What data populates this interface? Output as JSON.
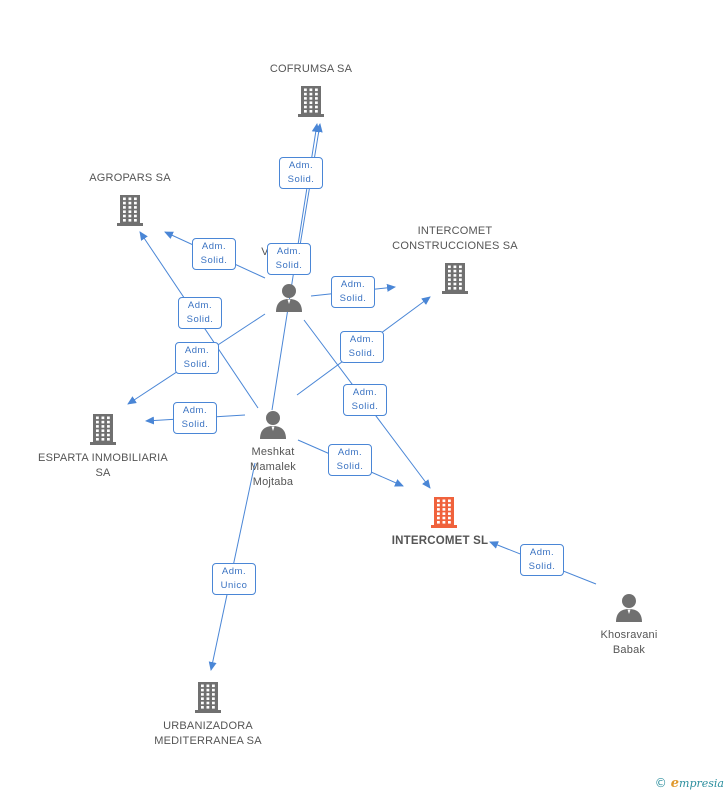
{
  "colors": {
    "edge": "#4a86d6",
    "node_gray": "#707070",
    "node_highlight": "#f0623c",
    "label_text": "#555555",
    "edge_label_text": "#3b73c2"
  },
  "nodes": [
    {
      "id": "cofrumsa",
      "type": "company",
      "label": "COFRUMSA SA",
      "icon": "building-icon"
    },
    {
      "id": "agropars",
      "type": "company",
      "label": "AGROPARS SA",
      "icon": "building-icon"
    },
    {
      "id": "intercomet_construcciones",
      "type": "company",
      "label": "INTERCOMET CONSTRUCCIONES SA",
      "icon": "building-icon"
    },
    {
      "id": "esparta",
      "type": "company",
      "label": "ESPARTA INMOBILIARIA SA",
      "icon": "building-icon"
    },
    {
      "id": "intercomet_sl",
      "type": "company",
      "label": "INTERCOMET SL",
      "icon": "building-icon",
      "highlight": true
    },
    {
      "id": "urbanizadora",
      "type": "company",
      "label": "URBANIZADORA MEDITERRANEA SA",
      "icon": "building-icon"
    },
    {
      "id": "vahid",
      "type": "person",
      "label": "Vahid R...",
      "icon": "person-icon"
    },
    {
      "id": "meshkat",
      "type": "person",
      "label": "Meshkat Mamalek Mojtaba",
      "icon": "person-icon"
    },
    {
      "id": "khosravani",
      "type": "person",
      "label": "Khosravani Babak",
      "icon": "person-icon"
    }
  ],
  "edges": [
    {
      "from": "vahid",
      "to": "cofrumsa",
      "label_1": "Adm.",
      "label_2": "Solid."
    },
    {
      "from": "meshkat",
      "to": "cofrumsa",
      "label_1": "Adm.",
      "label_2": "Solid."
    },
    {
      "from": "vahid",
      "to": "agropars",
      "label_1": "Adm.",
      "label_2": "Solid."
    },
    {
      "from": "meshkat",
      "to": "agropars",
      "label_1": "Adm.",
      "label_2": "Solid."
    },
    {
      "from": "vahid",
      "to": "intercomet_construcciones",
      "label_1": "Adm.",
      "label_2": "Solid."
    },
    {
      "from": "meshkat",
      "to": "intercomet_construcciones",
      "label_1": "Adm.",
      "label_2": "Solid."
    },
    {
      "from": "vahid",
      "to": "esparta",
      "label_1": "Adm.",
      "label_2": "Solid."
    },
    {
      "from": "meshkat",
      "to": "esparta",
      "label_1": "Adm.",
      "label_2": "Solid."
    },
    {
      "from": "vahid",
      "to": "intercomet_sl",
      "label_1": "Adm.",
      "label_2": "Solid."
    },
    {
      "from": "meshkat",
      "to": "intercomet_sl",
      "label_1": "Adm.",
      "label_2": "Solid."
    },
    {
      "from": "khosravani",
      "to": "intercomet_sl",
      "label_1": "Adm.",
      "label_2": "Solid."
    },
    {
      "from": "meshkat",
      "to": "urbanizadora",
      "label_1": "Adm.",
      "label_2": "Unico"
    }
  ],
  "brand": {
    "copyright": "©",
    "initial": "e",
    "name": "mpresia"
  }
}
